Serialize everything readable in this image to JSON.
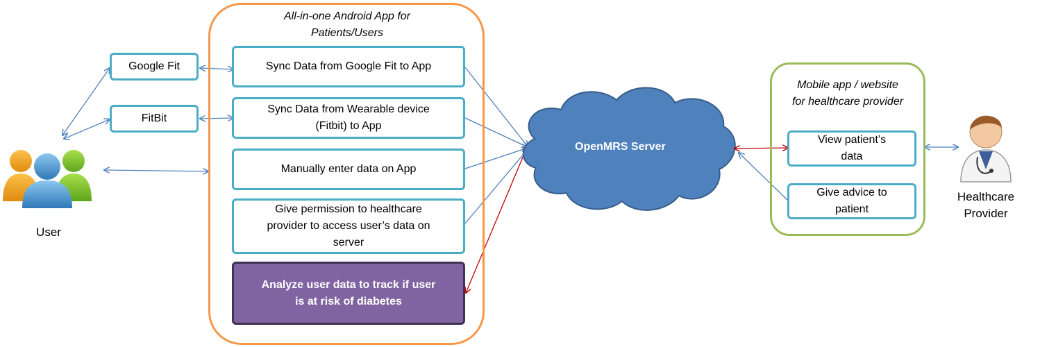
{
  "app_container": {
    "title_line1": "All-in-one Android App for",
    "title_line2": "Patients/Users"
  },
  "provider_container": {
    "title_line1": "Mobile app / website",
    "title_line2": "for healthcare provider"
  },
  "sources": {
    "google_fit": "Google Fit",
    "fitbit": "FitBit"
  },
  "app_boxes": {
    "sync_google": "Sync Data from Google Fit to App",
    "sync_wearable_1": "Sync Data from Wearable device",
    "sync_wearable_2": "(Fitbit) to App",
    "manual": "Manually enter data on App",
    "permission_1": "Give permission to healthcare",
    "permission_2": "provider to access user’s data on",
    "permission_3": "server",
    "analyze_1": "Analyze user data to track if user",
    "analyze_2": "is at risk of diabetes"
  },
  "server": {
    "label": "OpenMRS Server"
  },
  "provider_boxes": {
    "view_1": "View patient’s",
    "view_2": "data",
    "advice_1": "Give advice to",
    "advice_2": "patient"
  },
  "actors": {
    "user": "User",
    "provider_1": "Healthcare",
    "provider_2": "Provider"
  },
  "colors": {
    "connector": "#4f81bd",
    "highlight_connector": "#c00000",
    "app_border": "#f79646",
    "provider_border": "#9bbb59",
    "box_border": "#4bacc6",
    "analyze_fill": "#8064a2",
    "cloud_fill": "#4f81bd"
  }
}
